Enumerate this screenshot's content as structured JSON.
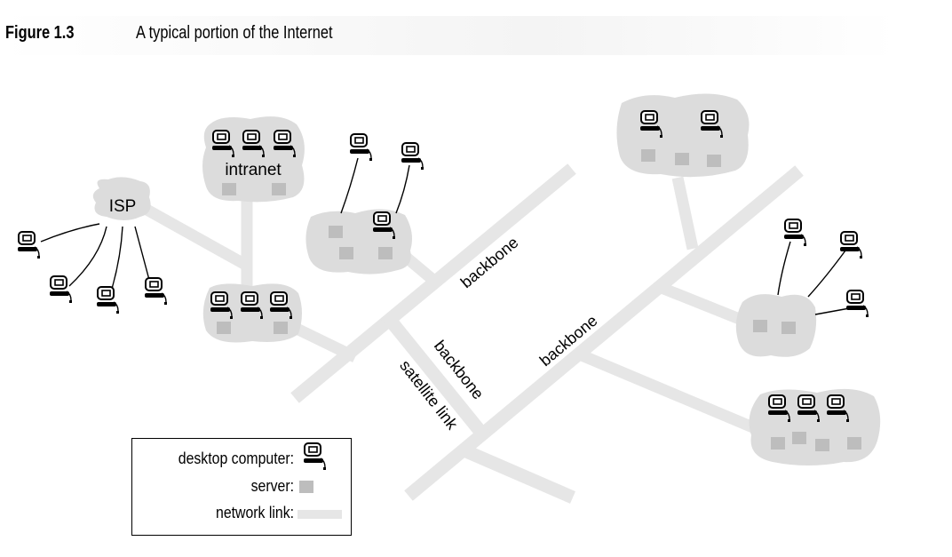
{
  "figure": {
    "number": "Figure 1.3",
    "caption": "A typical portion of the Internet"
  },
  "labels": {
    "isp": "ISP",
    "intranet": "intranet",
    "backbone_upper": "backbone",
    "backbone_middle": "backbone",
    "backbone_right": "backbone",
    "satellite": "satellite link"
  },
  "legend": {
    "desktop": "desktop computer:",
    "server": "server:",
    "link": "network link:"
  },
  "colors": {
    "link": "#e6e6e6",
    "cloud": "#dcdcdc",
    "server": "#bdbdbd",
    "computer": "#000000"
  }
}
